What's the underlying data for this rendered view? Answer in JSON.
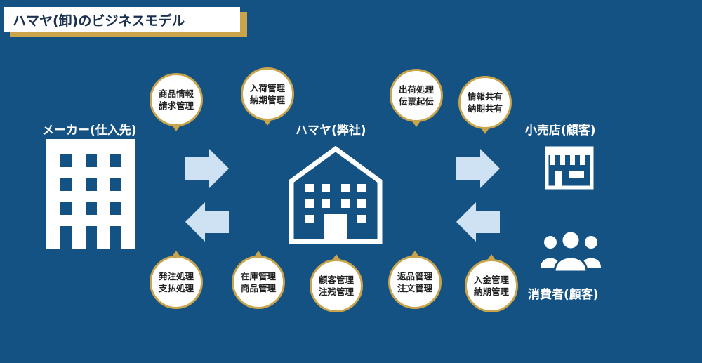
{
  "title": "ハマヤ(卸)のビジネスモデル",
  "nodes": {
    "maker": "メーカー(仕入先)",
    "hamaya": "ハマヤ(弊社)",
    "retailer": "小売店(顧客)",
    "consumer": "消費者(顧客)"
  },
  "bubbles": {
    "top": [
      {
        "line1": "商品情報",
        "line2": "請求管理"
      },
      {
        "line1": "入荷管理",
        "line2": "納期管理"
      },
      {
        "line1": "出荷処理",
        "line2": "伝票起伝"
      },
      {
        "line1": "情報共有",
        "line2": "納期共有"
      }
    ],
    "bottom": [
      {
        "line1": "発注処理",
        "line2": "支払処理"
      },
      {
        "line1": "在庫管理",
        "line2": "商品管理"
      },
      {
        "line1": "顧客管理",
        "line2": "注残管理"
      },
      {
        "line1": "返品管理",
        "line2": "注文管理"
      },
      {
        "line1": "入金管理",
        "line2": "納期管理"
      }
    ]
  },
  "colors": {
    "background": "#155284",
    "accent": "#c9a44a",
    "arrow": "#cfe2f3"
  },
  "icons": {
    "maker": "office-building-icon",
    "hamaya": "warehouse-house-icon",
    "retailer": "storefront-icon",
    "consumer": "people-group-icon"
  }
}
